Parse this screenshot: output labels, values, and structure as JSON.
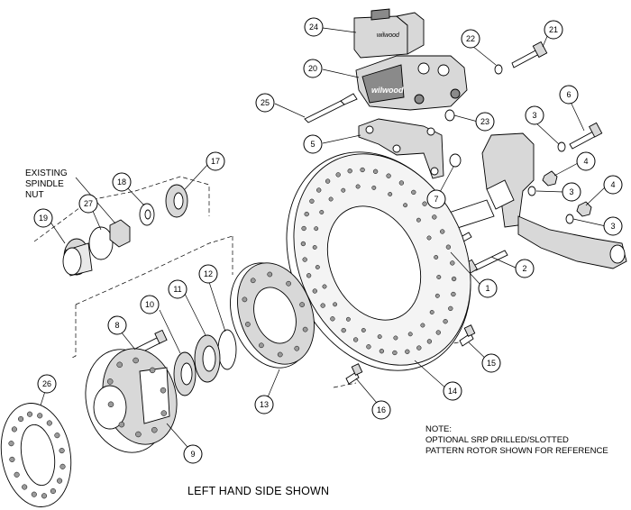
{
  "diagram": {
    "caption": "LEFT HAND SIDE SHOWN",
    "note": {
      "lines": [
        "NOTE:",
        "OPTIONAL SRP DRILLED/SLOTTED",
        "PATTERN ROTOR SHOWN FOR REFERENCE"
      ]
    },
    "existing_label": {
      "lines": [
        "EXISTING",
        "SPINDLE",
        "NUT"
      ]
    },
    "caliper_logo": "wilwood",
    "callouts": [
      {
        "id": "24",
        "label": "24"
      },
      {
        "id": "20",
        "label": "20"
      },
      {
        "id": "25",
        "label": "25"
      },
      {
        "id": "22",
        "label": "22"
      },
      {
        "id": "21",
        "label": "21"
      },
      {
        "id": "23",
        "label": "23"
      },
      {
        "id": "5",
        "label": "5"
      },
      {
        "id": "6",
        "label": "6"
      },
      {
        "id": "3a",
        "label": "3"
      },
      {
        "id": "4a",
        "label": "4"
      },
      {
        "id": "3b",
        "label": "3"
      },
      {
        "id": "4b",
        "label": "4"
      },
      {
        "id": "3c",
        "label": "3"
      },
      {
        "id": "7",
        "label": "7"
      },
      {
        "id": "2",
        "label": "2"
      },
      {
        "id": "1",
        "label": "1"
      },
      {
        "id": "17",
        "label": "17"
      },
      {
        "id": "18",
        "label": "18"
      },
      {
        "id": "27",
        "label": "27"
      },
      {
        "id": "19",
        "label": "19"
      },
      {
        "id": "12",
        "label": "12"
      },
      {
        "id": "11",
        "label": "11"
      },
      {
        "id": "10",
        "label": "10"
      },
      {
        "id": "8",
        "label": "8"
      },
      {
        "id": "15",
        "label": "15"
      },
      {
        "id": "16",
        "label": "16"
      },
      {
        "id": "14",
        "label": "14"
      },
      {
        "id": "13",
        "label": "13"
      },
      {
        "id": "26",
        "label": "26"
      },
      {
        "id": "9",
        "label": "9"
      }
    ]
  }
}
